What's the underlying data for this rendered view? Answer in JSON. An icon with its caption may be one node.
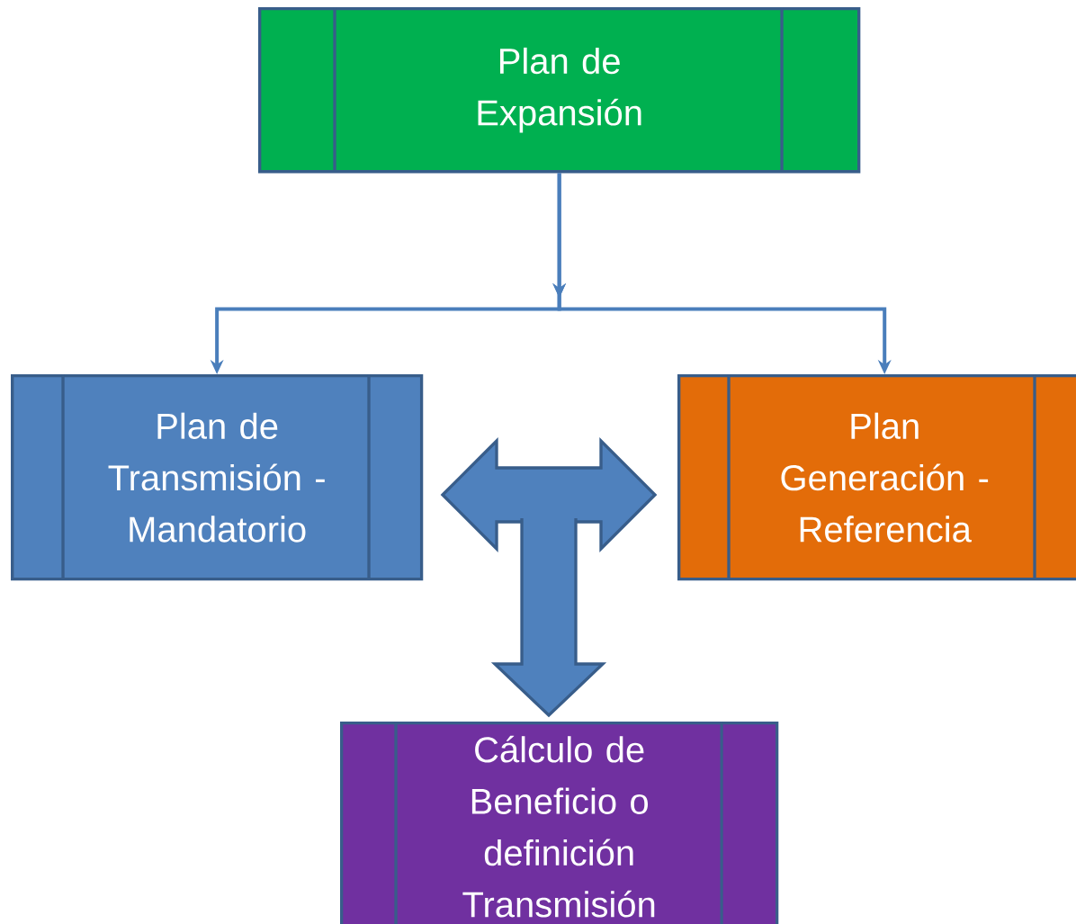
{
  "diagram": {
    "nodes": [
      {
        "text": [
          "Plan de Expansión"
        ]
      },
      {
        "text": [
          "Plan de Transmisión - Mandatorio"
        ]
      },
      {
        "text": [
          "Plan Generación - Referencia"
        ]
      },
      {
        "text": [
          "Cálculo de Beneficio o definición Transmisión"
        ]
      }
    ],
    "edges": [
      {
        "from": 0,
        "to": 1,
        "arrow": "to"
      },
      {
        "from": 0,
        "to": 2,
        "arrow": "to"
      },
      {
        "from": 1,
        "to": 2,
        "arrow": "both",
        "style": "thick"
      },
      {
        "from": null,
        "to": 3,
        "arrow": "to",
        "style": "thick"
      }
    ]
  }
}
